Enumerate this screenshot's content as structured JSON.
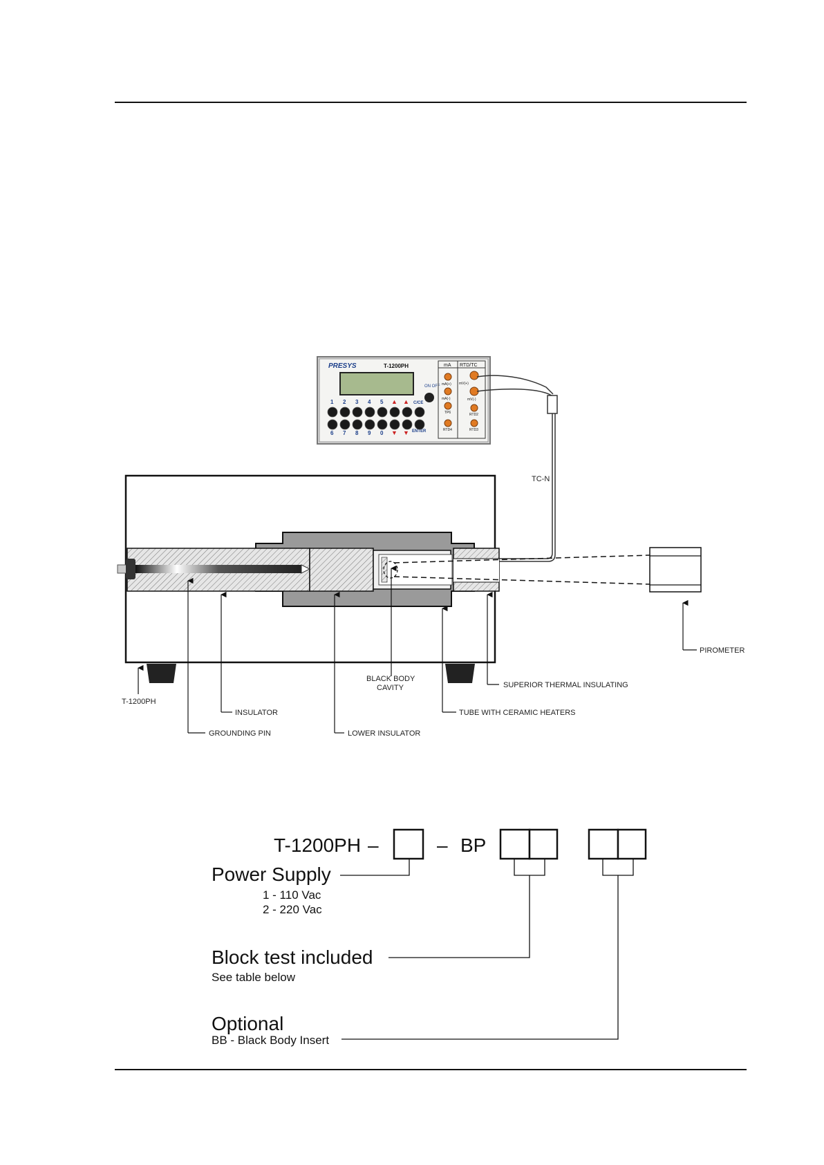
{
  "diagram": {
    "device": {
      "brand": "PRESYS",
      "model": "T-1200PH",
      "terminal_headers": [
        "mA",
        "RTD/TC"
      ],
      "key_row1": [
        "1",
        "2",
        "3",
        "4",
        "5"
      ],
      "key_row2": [
        "6",
        "7",
        "8",
        "9",
        "0"
      ],
      "labels": {
        "on_off": "ON OFF",
        "clear": "C/CE",
        "enter": "ENTER",
        "ma_plus": "mA(+)",
        "ma_minus": "mA(-)",
        "mv_plus": "mV(+)",
        "mv_minus": "mV(-)",
        "tp6": "TP6",
        "rtd4": "RTD4",
        "rtd2": "RTD2",
        "rtd3": "RTD3"
      }
    },
    "cable_label": "TC-N",
    "callouts": {
      "pirometer": "PIROMETER",
      "t1200ph": "T-1200PH",
      "insulator": "INSULATOR",
      "grounding_pin": "GROUNDING PIN",
      "lower_insulator": "LOWER INSULATOR",
      "black_body_l1": "BLACK BODY",
      "black_body_l2": "CAVITY",
      "tube_heaters": "TUBE WITH CERAMIC HEATERS",
      "superior_insulating": "SUPERIOR THERMAL INSULATING"
    }
  },
  "order_code": {
    "model": "T-1200PH",
    "separator": "–",
    "block_prefix": "BP",
    "power_supply": {
      "title": "Power Supply",
      "options": [
        "1 - 110 Vac",
        "2 - 220 Vac"
      ]
    },
    "block_test": {
      "title": "Block test included",
      "note": "See table below"
    },
    "optional": {
      "title": "Optional",
      "item": "BB - Black Body Insert"
    }
  }
}
